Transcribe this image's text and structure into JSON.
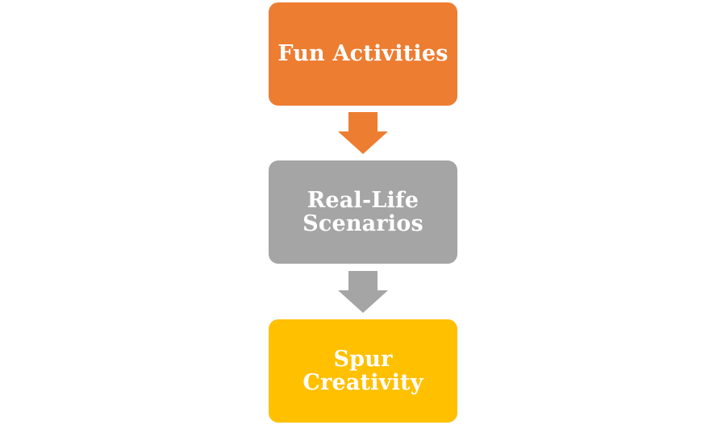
{
  "flow": {
    "nodes": [
      {
        "label": "Fun Activities",
        "color": "#ED7D31"
      },
      {
        "label": "Real-Life\nScenarios",
        "color": "#A5A5A5"
      },
      {
        "label": "Spur\nCreativity",
        "color": "#FFC000"
      }
    ],
    "arrows": [
      {
        "color": "#ED7D31"
      },
      {
        "color": "#A5A5A5"
      }
    ]
  }
}
